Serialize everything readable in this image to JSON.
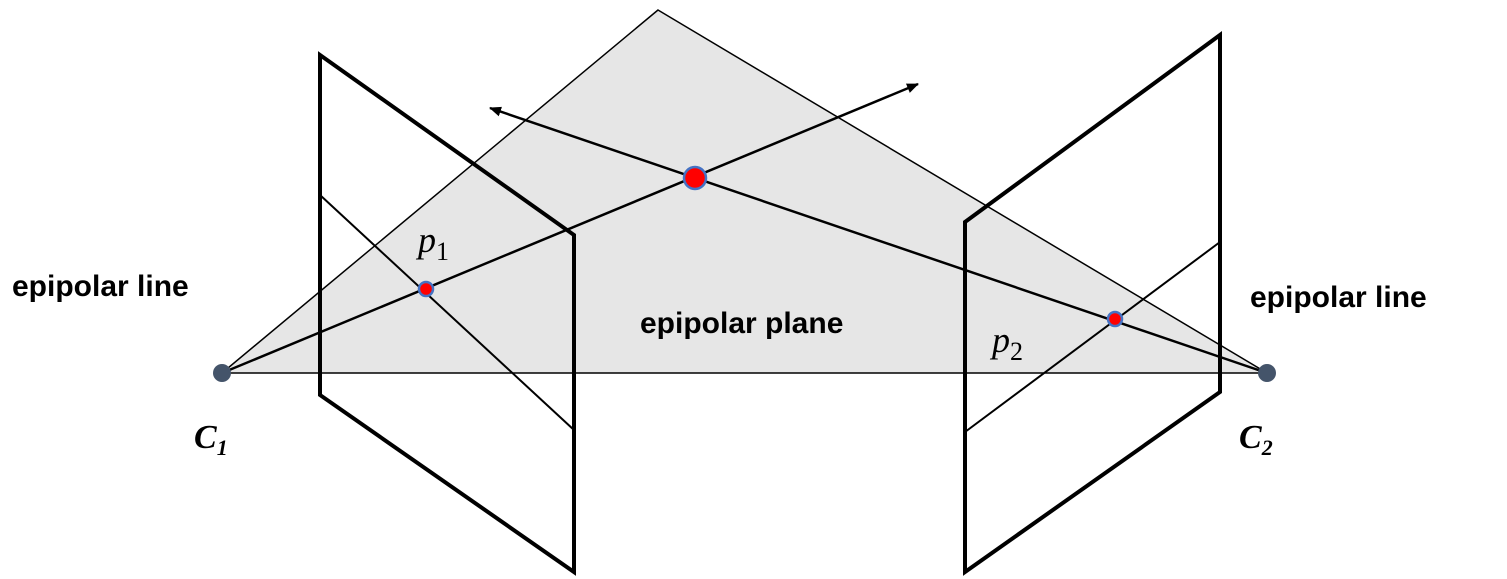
{
  "labels": {
    "epipolar_line_left": "epipolar line",
    "epipolar_line_right": "epipolar line",
    "epipolar_plane": "epipolar plane",
    "p1": {
      "base": "p",
      "sub": "1"
    },
    "p2": {
      "base": "p",
      "sub": "2"
    },
    "c1": {
      "base": "C",
      "sub": "1"
    },
    "c2": {
      "base": "C",
      "sub": "2"
    }
  },
  "colors": {
    "plane_fill": "#e6e6e6",
    "line": "#000000",
    "point_fill": "#ff0000",
    "point_stroke": "#4472c4",
    "camera_center": "#44546a"
  }
}
